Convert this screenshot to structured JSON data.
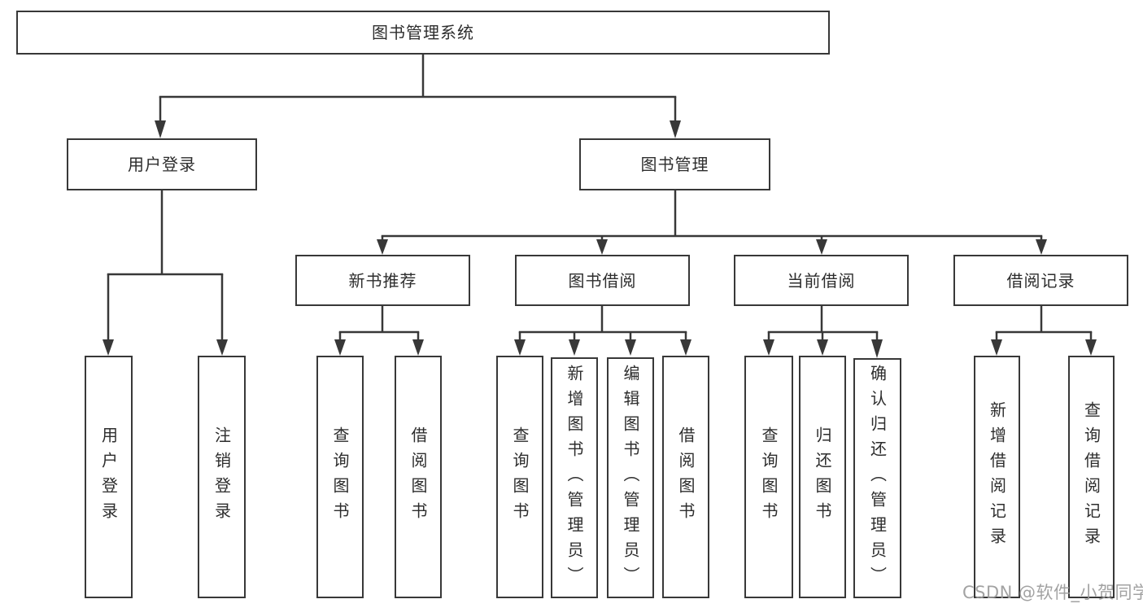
{
  "colors": {
    "background": "#ffffff",
    "box_border": "#383838",
    "connector_line": "#383838",
    "text": "#2d2d2d",
    "watermark": "#9b9b9b"
  },
  "watermark": "CSDN @软件_小贺同学",
  "nodes": {
    "root": {
      "label": "图书管理系统"
    },
    "user_login": {
      "label": "用户登录"
    },
    "book_mgmt": {
      "label": "图书管理"
    },
    "new_book_rec": {
      "label": "新书推荐"
    },
    "book_borrow": {
      "label": "图书借阅"
    },
    "current_borrow": {
      "label": "当前借阅"
    },
    "borrow_record": {
      "label": "借阅记录"
    },
    "leaf_user_login": {
      "label": "用户登录"
    },
    "leaf_logout": {
      "label": "注销登录"
    },
    "leaf_query_book_1": {
      "label": "查询图书"
    },
    "leaf_borrow_book_1": {
      "label": "借阅图书"
    },
    "leaf_query_book_2": {
      "label": "查询图书"
    },
    "leaf_add_book": {
      "label": "新增图书（管理员）"
    },
    "leaf_edit_book": {
      "label": "编辑图书（管理员）"
    },
    "leaf_borrow_book_2": {
      "label": "借阅图书"
    },
    "leaf_query_book_3": {
      "label": "查询图书"
    },
    "leaf_return_book": {
      "label": "归还图书"
    },
    "leaf_confirm_return": {
      "label": "确认归还（管理员）"
    },
    "leaf_add_record": {
      "label": "新增借阅记录"
    },
    "leaf_query_record": {
      "label": "查询借阅记录"
    }
  },
  "hierarchy": {
    "图书管理系统": {
      "用户登录": [
        "用户登录",
        "注销登录"
      ],
      "图书管理": {
        "新书推荐": [
          "查询图书",
          "借阅图书"
        ],
        "图书借阅": [
          "查询图书",
          "新增图书（管理员）",
          "编辑图书（管理员）",
          "借阅图书"
        ],
        "当前借阅": [
          "查询图书",
          "归还图书",
          "确认归还（管理员）"
        ],
        "借阅记录": [
          "新增借阅记录",
          "查询借阅记录"
        ]
      }
    }
  }
}
